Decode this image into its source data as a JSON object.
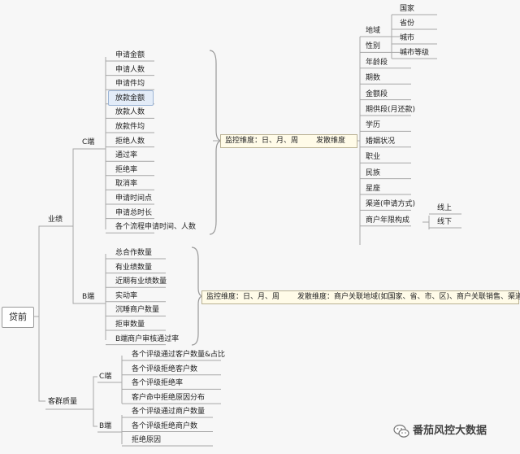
{
  "root": "贷前",
  "yeji": {
    "label": "业绩",
    "c": {
      "label": "C端",
      "items": [
        "申请金额",
        "申请人数",
        "申请件均",
        "放款金额",
        "放款人数",
        "放款件均",
        "拒绝人数",
        "通过率",
        "拒绝率",
        "取消率",
        "申请时间点",
        "申请总时长",
        "各个流程申请时间、人数"
      ],
      "monitor": "监控维度：日、月、周",
      "spread": "发散维度",
      "dims": [
        "地域",
        "性别",
        "年龄段",
        "期数",
        "金额段",
        "期供段(月还款)",
        "学历",
        "婚姻状况",
        "职业",
        "民族",
        "星座",
        "渠道(申请方式)",
        "商户年限构成"
      ],
      "region": [
        "国家",
        "省份",
        "城市",
        "城市等级"
      ],
      "channel": [
        "线上",
        "线下"
      ]
    },
    "b": {
      "label": "B端",
      "items": [
        "总合作数量",
        "有业绩数量",
        "近期有业绩数量",
        "实动率",
        "沉睡商户数量",
        "拒审数量",
        "B端商户审核通过率"
      ],
      "monitor": "监控维度：日、月、周",
      "spread": "发散维度：商户关联地域(如国家、省、市、区)、商户关联销售、渠道"
    }
  },
  "quality": {
    "label": "客群质量",
    "c": {
      "label": "C端",
      "items": [
        "各个评级通过客户数量&占比",
        "各个评级拒绝客户数",
        "各个评级拒绝率",
        "客户命中拒绝原因分布"
      ]
    },
    "b": {
      "label": "B端",
      "items": [
        "各个评级通过商户数量",
        "各个评级拒绝商户数",
        "拒绝原因"
      ]
    }
  },
  "watermark": "番茄风控大数据"
}
